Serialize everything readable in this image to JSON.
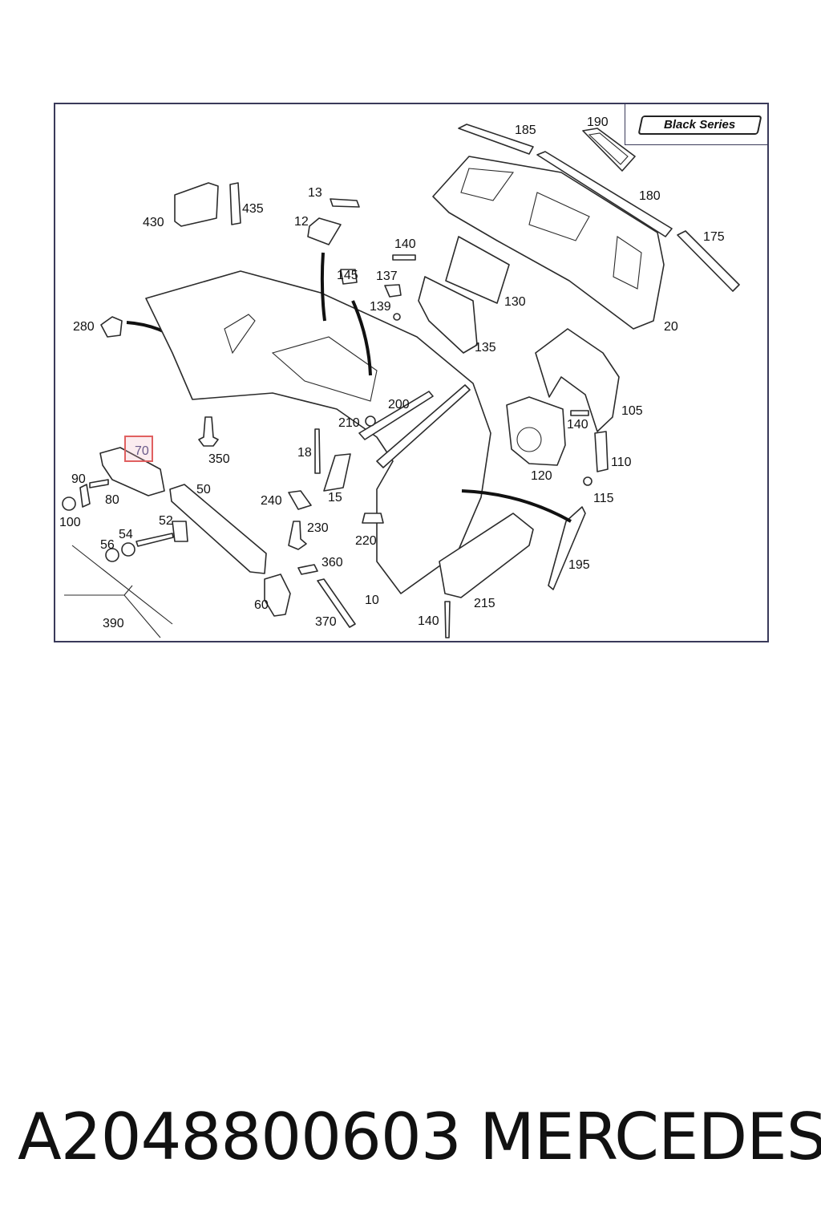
{
  "diagram": {
    "badge": "Black Series",
    "highlighted_callout": "70",
    "callouts": [
      {
        "id": "c185",
        "label": "185"
      },
      {
        "id": "c190",
        "label": "190"
      },
      {
        "id": "c180",
        "label": "180"
      },
      {
        "id": "c175",
        "label": "175"
      },
      {
        "id": "c20",
        "label": "20"
      },
      {
        "id": "c13",
        "label": "13"
      },
      {
        "id": "c12",
        "label": "12"
      },
      {
        "id": "c430",
        "label": "430"
      },
      {
        "id": "c435",
        "label": "435"
      },
      {
        "id": "c140a",
        "label": "140"
      },
      {
        "id": "c145",
        "label": "145"
      },
      {
        "id": "c137",
        "label": "137"
      },
      {
        "id": "c139",
        "label": "139"
      },
      {
        "id": "c130",
        "label": "130"
      },
      {
        "id": "c135",
        "label": "135"
      },
      {
        "id": "c280",
        "label": "280"
      },
      {
        "id": "c200",
        "label": "200"
      },
      {
        "id": "c210",
        "label": "210"
      },
      {
        "id": "c105",
        "label": "105"
      },
      {
        "id": "c140b",
        "label": "140"
      },
      {
        "id": "c110",
        "label": "110"
      },
      {
        "id": "c120",
        "label": "120"
      },
      {
        "id": "c115",
        "label": "115"
      },
      {
        "id": "c350",
        "label": "350"
      },
      {
        "id": "c18",
        "label": "18"
      },
      {
        "id": "c90",
        "label": "90"
      },
      {
        "id": "c80",
        "label": "80"
      },
      {
        "id": "c100",
        "label": "100"
      },
      {
        "id": "c50",
        "label": "50"
      },
      {
        "id": "c15",
        "label": "15"
      },
      {
        "id": "c240",
        "label": "240"
      },
      {
        "id": "c52",
        "label": "52"
      },
      {
        "id": "c54",
        "label": "54"
      },
      {
        "id": "c56",
        "label": "56"
      },
      {
        "id": "c230",
        "label": "230"
      },
      {
        "id": "c220",
        "label": "220"
      },
      {
        "id": "c360",
        "label": "360"
      },
      {
        "id": "c195",
        "label": "195"
      },
      {
        "id": "c215",
        "label": "215"
      },
      {
        "id": "c60",
        "label": "60"
      },
      {
        "id": "c10",
        "label": "10"
      },
      {
        "id": "c370",
        "label": "370"
      },
      {
        "id": "c140c",
        "label": "140"
      },
      {
        "id": "c390",
        "label": "390"
      }
    ]
  },
  "footer": {
    "part_number": "A2048800603",
    "brand": "MERCEDES"
  }
}
